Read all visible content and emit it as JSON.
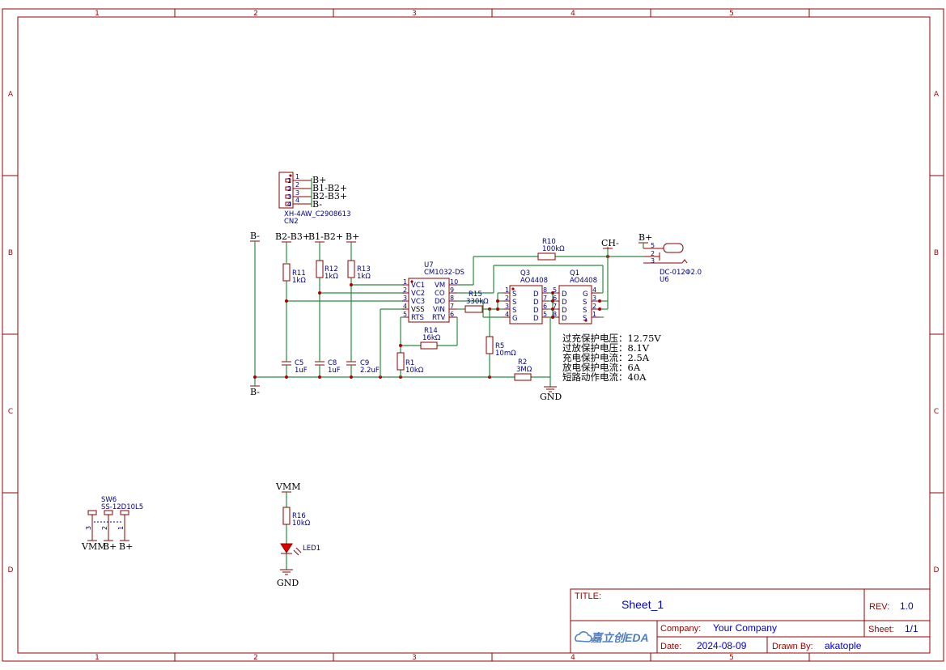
{
  "frame": {
    "col_labels": [
      "1",
      "2",
      "3",
      "4",
      "5"
    ],
    "row_labels": [
      "A",
      "B",
      "C",
      "D"
    ]
  },
  "nets": {
    "b_minus_top": "B-",
    "b_minus_bottom": "B-",
    "b2b3": "B2-B3+",
    "b1b2": "B1-B2+",
    "bplus": "B+",
    "ch_minus": "CH-",
    "bplus_dc": "B+",
    "gnd": "GND",
    "vmm": "VMM",
    "gnd2": "GND",
    "sw_vmm": "VMM",
    "sw_bplus_a": "B+",
    "sw_bplus_b": "B+"
  },
  "cn2": {
    "ref": "CN2",
    "value": "XH-4AW_C2908613",
    "pins": [
      "1",
      "2",
      "3",
      "4"
    ],
    "inner_pins": [
      "1",
      "2",
      "3",
      "4"
    ],
    "nets": [
      "B+",
      "B1-B2+",
      "B2-B3+",
      "B-"
    ]
  },
  "resistors": {
    "r11": {
      "ref": "R11",
      "val": "1kΩ"
    },
    "r12": {
      "ref": "R12",
      "val": "1kΩ"
    },
    "r13": {
      "ref": "R13",
      "val": "1kΩ"
    },
    "r10": {
      "ref": "R10",
      "val": "100kΩ"
    },
    "r15": {
      "ref": "R15",
      "val": "330kΩ"
    },
    "r14": {
      "ref": "R14",
      "val": "16kΩ"
    },
    "r1": {
      "ref": "R1",
      "val": "10kΩ"
    },
    "r5": {
      "ref": "R5",
      "val": "10mΩ"
    },
    "r2": {
      "ref": "R2",
      "val": "3MΩ"
    },
    "r16": {
      "ref": "R16",
      "val": "10kΩ"
    }
  },
  "capacitors": {
    "c5": {
      "ref": "C5",
      "val": "1uF"
    },
    "c8": {
      "ref": "C8",
      "val": "1uF"
    },
    "c9": {
      "ref": "C9",
      "val": "2.2uF"
    }
  },
  "u7": {
    "ref": "U7",
    "value": "CM1032-DS",
    "left_pins": [
      {
        "num": "1",
        "name": "VC1"
      },
      {
        "num": "2",
        "name": "VC2"
      },
      {
        "num": "3",
        "name": "VC3"
      },
      {
        "num": "4",
        "name": "VSS"
      },
      {
        "num": "5",
        "name": "RTS"
      }
    ],
    "right_pins": [
      {
        "num": "10",
        "name": "VM"
      },
      {
        "num": "9",
        "name": "CO"
      },
      {
        "num": "8",
        "name": "DO"
      },
      {
        "num": "7",
        "name": "VIN"
      },
      {
        "num": "6",
        "name": "RTV"
      }
    ]
  },
  "q3": {
    "ref": "Q3",
    "value": "AO4408",
    "left_pins": [
      {
        "num": "1",
        "name": "S"
      },
      {
        "num": "2",
        "name": "S"
      },
      {
        "num": "3",
        "name": "S"
      },
      {
        "num": "4",
        "name": "G"
      }
    ],
    "right_pins": [
      {
        "num": "8",
        "name": "D"
      },
      {
        "num": "7",
        "name": "D"
      },
      {
        "num": "6",
        "name": "D"
      },
      {
        "num": "5",
        "name": "D"
      }
    ]
  },
  "q1": {
    "ref": "Q1",
    "value": "AO4408",
    "left_pins": [
      {
        "num": "5",
        "name": "D"
      },
      {
        "num": "6",
        "name": "D"
      },
      {
        "num": "7",
        "name": "D"
      },
      {
        "num": "8",
        "name": "D"
      }
    ],
    "right_pins": [
      {
        "num": "4",
        "name": "G"
      },
      {
        "num": "3",
        "name": "S"
      },
      {
        "num": "2",
        "name": "S"
      },
      {
        "num": "1",
        "name": "S"
      }
    ]
  },
  "u6": {
    "ref": "U6",
    "value": "DC-012Φ2.0",
    "pins": [
      "5",
      "2",
      "3"
    ]
  },
  "notes": [
    "过充保护电压：12.75V",
    "过放保护电压：8.1V",
    "充电保护电流：2.5A",
    "放电保护电流：6A",
    "短路动作电流：40A"
  ],
  "led1": {
    "ref": "LED1"
  },
  "sw6": {
    "ref": "SW6",
    "value": "SS-12D10L5",
    "pins": [
      "3",
      "2",
      "1"
    ]
  },
  "title_block": {
    "title_label": "TITLE:",
    "title": "Sheet_1",
    "rev_label": "REV:",
    "rev": "1.0",
    "company_label": "Company:",
    "company": "Your Company",
    "sheet_label": "Sheet:",
    "sheet": "1/1",
    "date_label": "Date:",
    "date": "2024-08-09",
    "drawn_label": "Drawn By:",
    "drawn": "akatople",
    "logo": "嘉立创EDA"
  },
  "colors": {
    "frame": "#990000",
    "wire": "#2b8a3e",
    "body": "#8b0000",
    "label": "#000080",
    "title_value": "#0000cc"
  }
}
